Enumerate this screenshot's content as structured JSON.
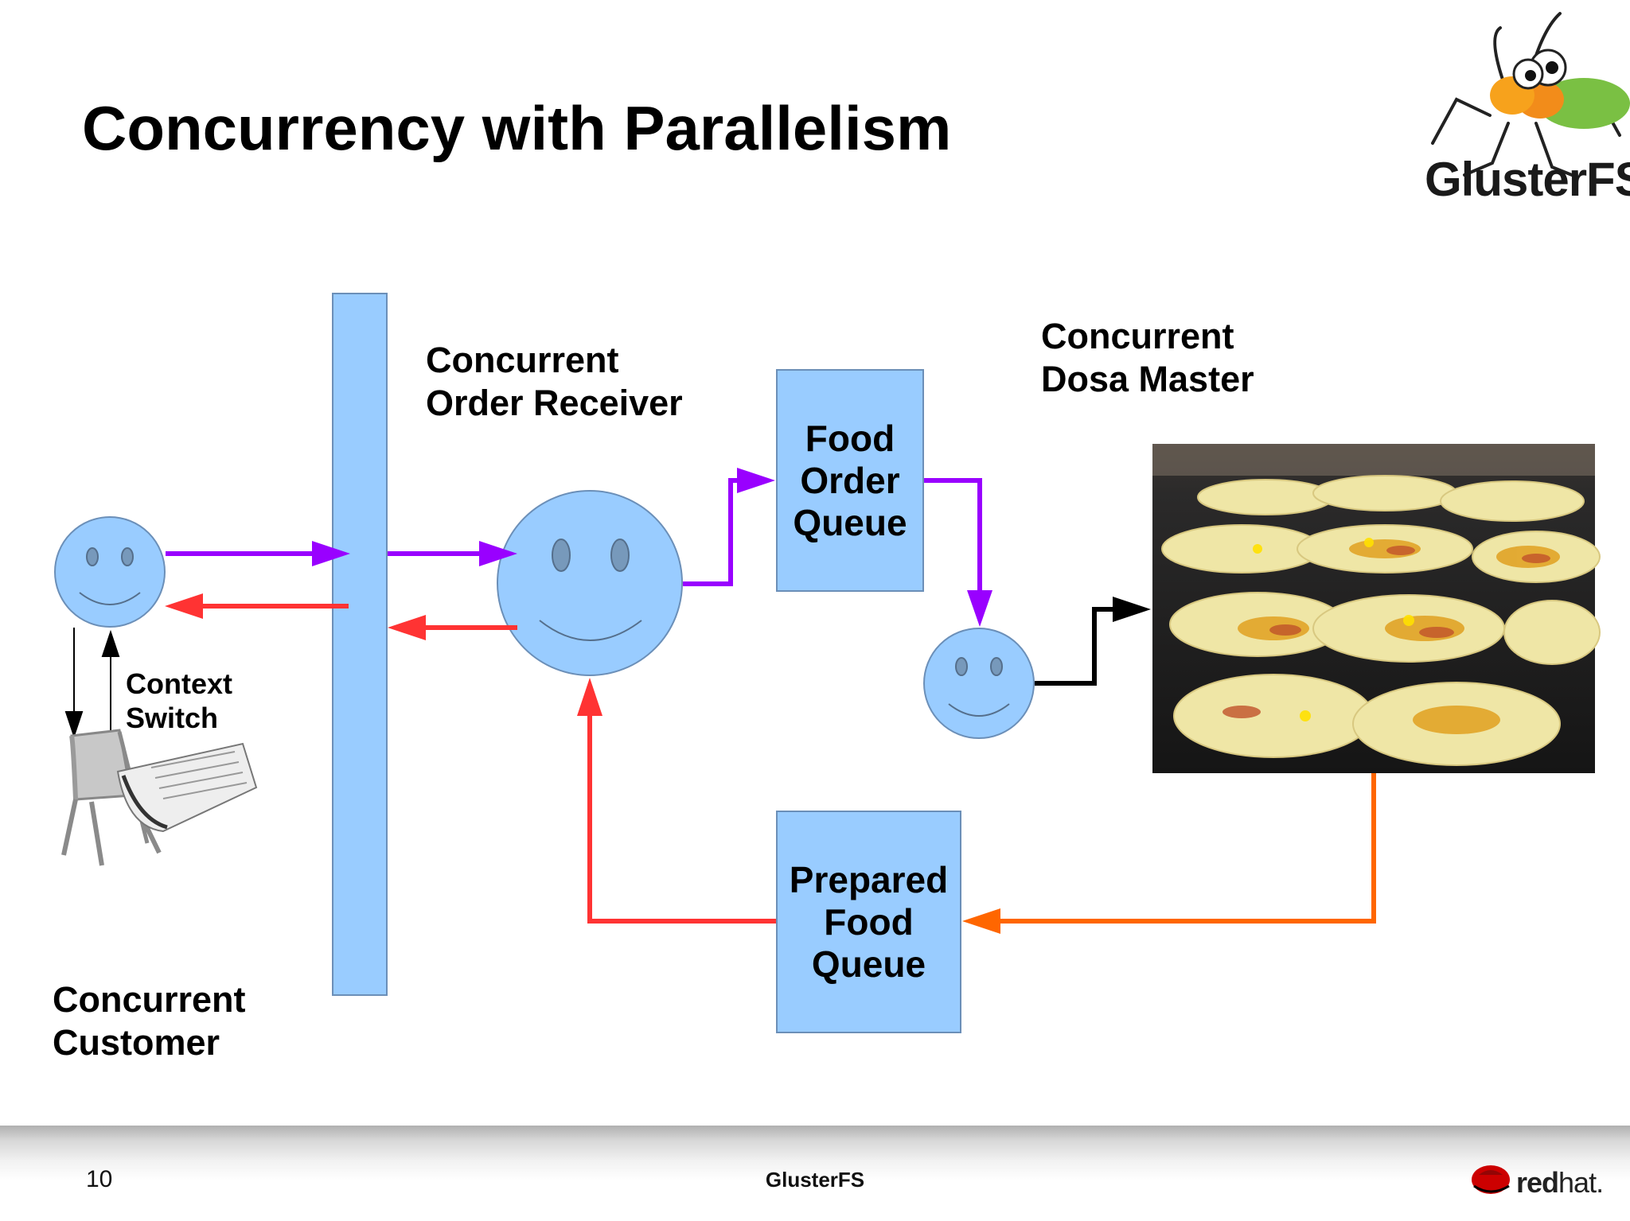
{
  "slide": {
    "title": "Concurrency with Parallelism",
    "page_number": "10",
    "footer_center": "GlusterFS"
  },
  "logos": {
    "glusterfs_text": "GlusterFS",
    "redhat_bold": "red",
    "redhat_light": "hat."
  },
  "labels": {
    "order_receiver": [
      "Concurrent",
      "Order Receiver"
    ],
    "dosa_master": [
      "Concurrent",
      "Dosa Master"
    ],
    "context_switch": [
      "Context",
      "Switch"
    ],
    "customer": [
      "Concurrent",
      "Customer"
    ]
  },
  "queues": {
    "food_order": [
      "Food",
      "Order",
      "Queue"
    ],
    "prepared_food": [
      "Prepared",
      "Food",
      "Queue"
    ]
  },
  "colors": {
    "shape_fill": "#99ccff",
    "shape_stroke": "#6b8fb8",
    "purple_arrow": "#9900ff",
    "red_arrow": "#ff3333",
    "orange_arrow": "#ff6600",
    "black_arrow": "#000000"
  }
}
